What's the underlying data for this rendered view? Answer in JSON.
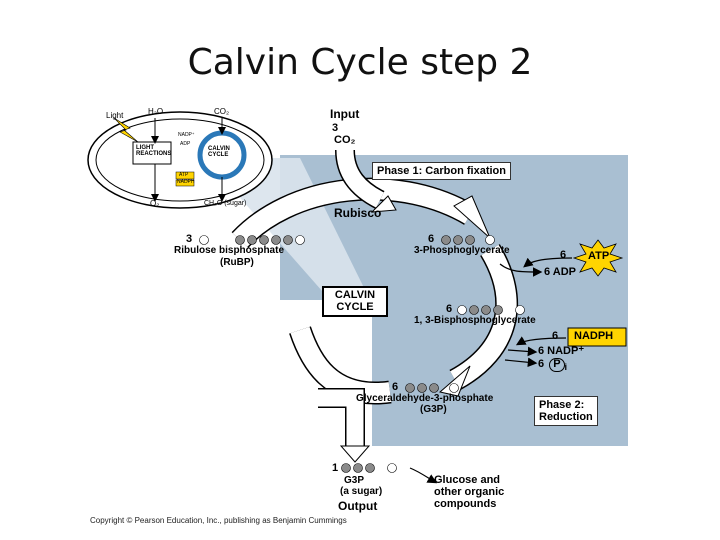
{
  "slide": {
    "title": "Calvin Cycle step 2"
  },
  "inset": {
    "light": "Light",
    "h2o": "H₂O",
    "co2": "CO₂",
    "light_reactions": "LIGHT\nREACTIONS",
    "calvin_cycle": "CALVIN\nCYCLE",
    "nadp": "NADP⁺",
    "adp": "ADP",
    "atp": "ATP",
    "nadph": "NADPH",
    "o2": "O₂",
    "sugar": "CH₂O (sugar)"
  },
  "input": {
    "label": "Input",
    "count": "3",
    "molecule": "CO₂"
  },
  "phase1": {
    "label": "Phase 1: Carbon fixation"
  },
  "phase2": {
    "label": "Phase 2:\nReduction"
  },
  "rubisco": "Rubisco",
  "rubp": {
    "count": "3",
    "name": "Ribulose bisphosphate",
    "abbr": "(RuBP)"
  },
  "pga": {
    "count": "6",
    "name": "3-Phosphoglycerate"
  },
  "atp_input": {
    "count": "6",
    "label": "ATP"
  },
  "adp_output": {
    "label": "6 ADP"
  },
  "bpg": {
    "count": "6",
    "name": "1, 3-Bisphosphoglycerate"
  },
  "nadph_input": {
    "count": "6",
    "label": "NADPH"
  },
  "nadp_output": {
    "label": "6 NADP⁺"
  },
  "pi_output": {
    "count": "6",
    "label": "P",
    "sub": "i"
  },
  "g3p": {
    "count": "6",
    "name": "Glyceraldehyde-3-phosphate",
    "abbr": "(G3P)"
  },
  "calvin_cycle_label": "CALVIN\nCYCLE",
  "output": {
    "count": "1",
    "name": "G3P",
    "desc": "(a sugar)",
    "label": "Output",
    "products": "Glucose and\nother organic\ncompounds"
  },
  "phosphate_symbol": "P",
  "copyright": "Copyright © Pearson Education, Inc., publishing as Benjamin Cummings",
  "colors": {
    "panel_blue": "#a9bfd2",
    "atp_yellow": "#ffd400",
    "nadph_yellow": "#ffd400",
    "chloroplast_blue": "#2a78b8",
    "arrow_white": "#ffffff"
  }
}
